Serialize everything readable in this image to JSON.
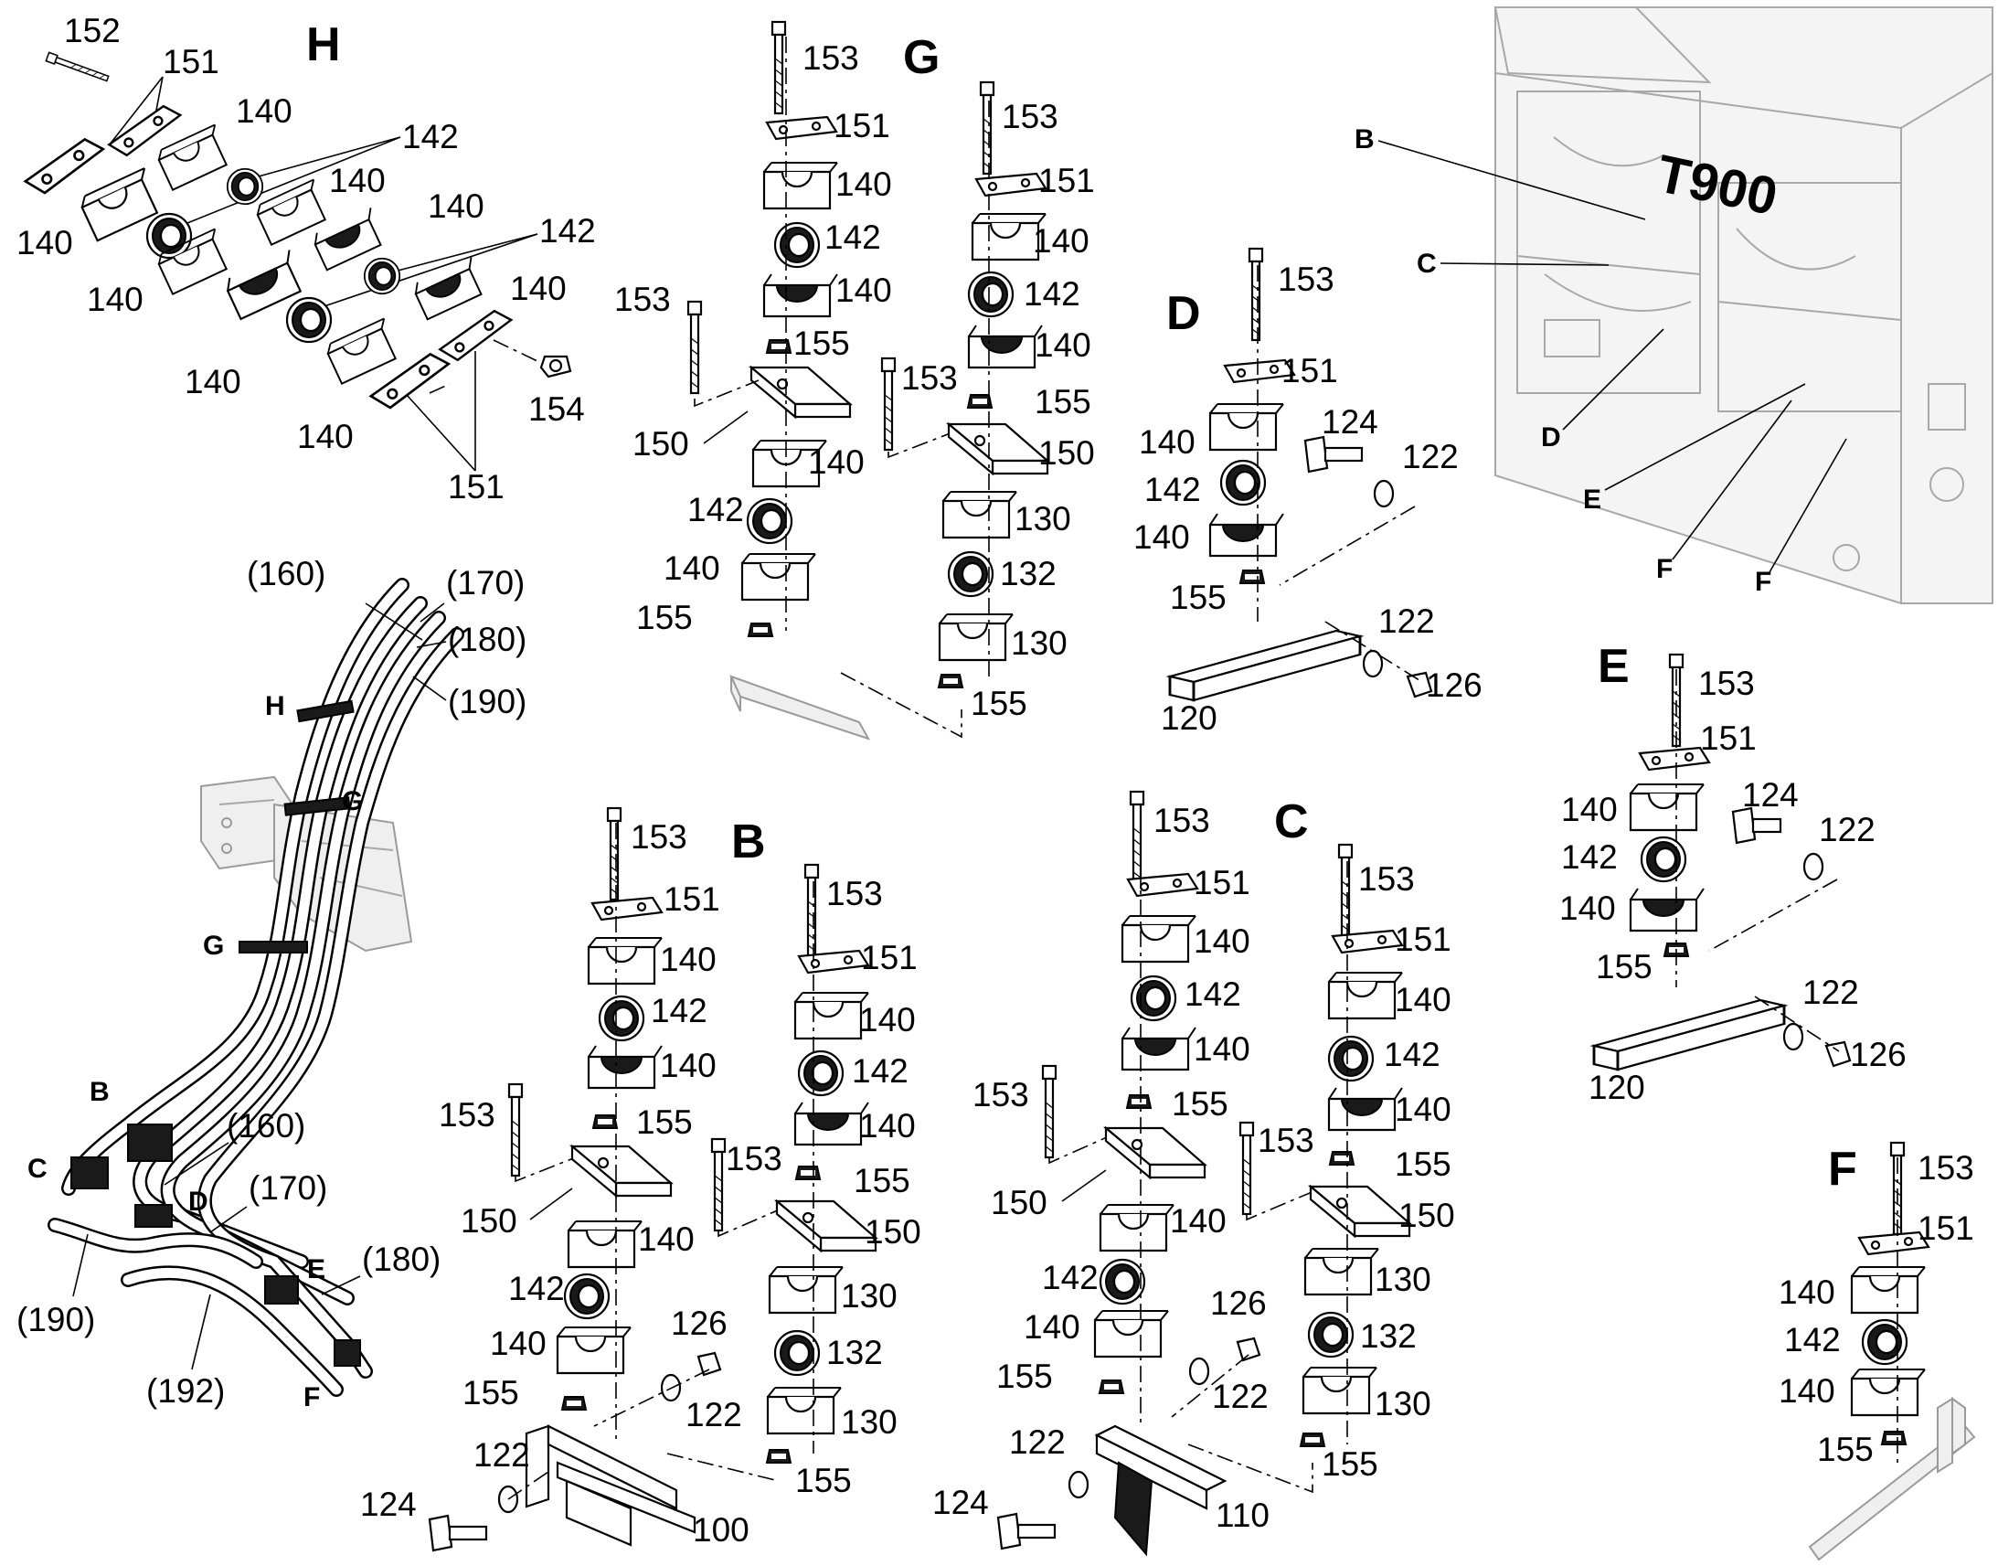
{
  "sections": {
    "H": "H",
    "G": "G",
    "D": "D",
    "E": "E",
    "F": "F",
    "B": "B",
    "C": "C"
  },
  "machine": {
    "badge": "T900",
    "callouts": [
      "B",
      "C",
      "D",
      "E",
      "F",
      "F"
    ]
  },
  "hoses": {
    "labels": [
      "(160)",
      "(170)",
      "(180)",
      "(190)",
      "(160)",
      "(170)",
      "(180)",
      "(190)",
      "(192)"
    ],
    "tags": [
      "H",
      "G",
      "G",
      "B",
      "C",
      "D",
      "E",
      "F"
    ]
  },
  "parts": {
    "p100": "100",
    "p110": "110",
    "p120": "120",
    "p122": "122",
    "p124": "124",
    "p126": "126",
    "p130": "130",
    "p132": "132",
    "p140": "140",
    "p142": "142",
    "p150": "150",
    "p151": "151",
    "p152": "152",
    "p153": "153",
    "p154": "154",
    "p155": "155"
  },
  "colors": {
    "ink": "#000000",
    "ghost": "#a8a8a8",
    "paper": "#ffffff"
  }
}
